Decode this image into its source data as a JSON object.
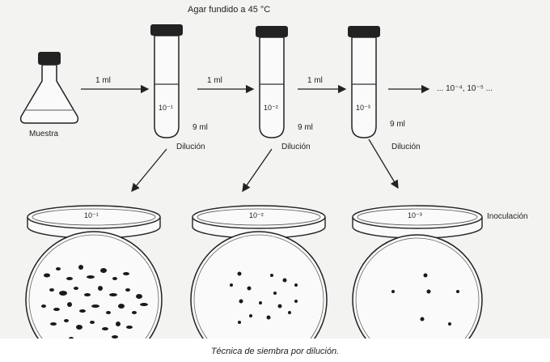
{
  "title": "Agar fundido a 45 °C",
  "flask_label": "Muestra",
  "transfer_label": "1 ml",
  "tubes": [
    {
      "label": "10⁻¹",
      "volume": "9 ml",
      "step": "Dilución"
    },
    {
      "label": "10⁻²",
      "volume": "9 ml",
      "step": "Dilución"
    },
    {
      "label": "10⁻³",
      "volume": "9 ml",
      "step": "Dilución"
    }
  ],
  "continuation": "... 10⁻⁴, 10⁻⁵ ...",
  "plates": [
    {
      "label": "10⁻¹"
    },
    {
      "label": "10⁻²"
    },
    {
      "label": "10⁻³"
    }
  ],
  "inoculation_label": "Inoculación",
  "caption": "Técnica de siembra por dilución."
}
